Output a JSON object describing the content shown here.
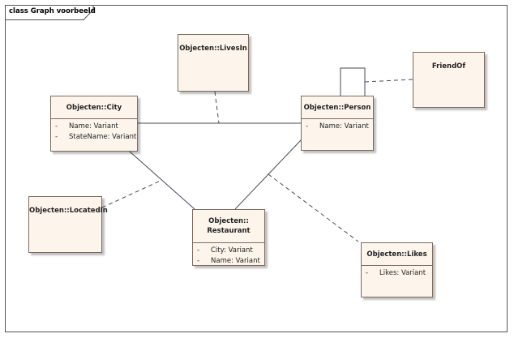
{
  "frame": {
    "title": "class Graph voorbeeld"
  },
  "classes": {
    "city": {
      "name": "Objecten::City",
      "attributes": [
        {
          "visibility": "-",
          "text": "Name: Variant"
        },
        {
          "visibility": "-",
          "text": "StateName: Variant"
        }
      ]
    },
    "person": {
      "name": "Objecten::Person",
      "attributes": [
        {
          "visibility": "-",
          "text": "Name: Variant"
        }
      ]
    },
    "restaurant": {
      "name_line1": "Objecten::",
      "name_line2": "Restaurant",
      "attributes": [
        {
          "visibility": "-",
          "text": "City: Variant"
        },
        {
          "visibility": "-",
          "text": "Name: Variant"
        }
      ]
    },
    "likes": {
      "name": "Objecten::Likes",
      "attributes": [
        {
          "visibility": "-",
          "text": "Likes: Variant"
        }
      ]
    },
    "lives_in": {
      "name": "Objecten::LivesIn"
    },
    "located_in": {
      "name": "Objecten::LocatedIn"
    },
    "friend_of": {
      "name": "FriendOf"
    }
  },
  "colors": {
    "class_fill": "#fdf5ec",
    "class_border": "#7d6a5e",
    "line": "#4a4a5a"
  }
}
